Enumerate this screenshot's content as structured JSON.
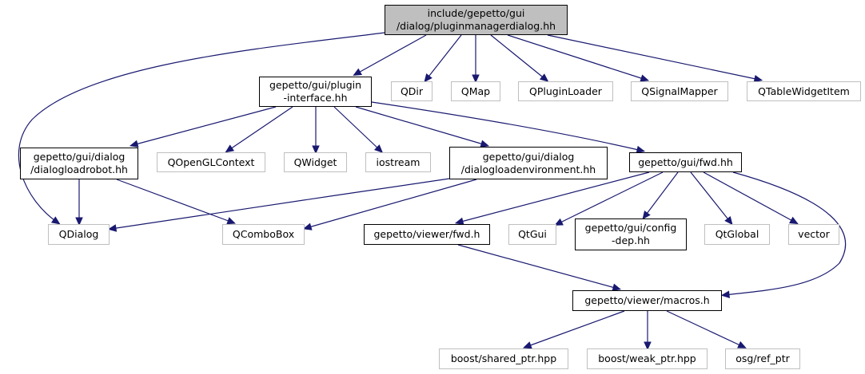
{
  "graph": {
    "nodes": {
      "root": "include/gepetto/gui\n/dialog/pluginmanagerdialog.hh",
      "plugin_interface": "gepetto/gui/plugin\n-interface.hh",
      "qdir": "QDir",
      "qmap": "QMap",
      "qpluginloader": "QPluginLoader",
      "qsignalmapper": "QSignalMapper",
      "qtablewidgetitem": "QTableWidgetItem",
      "dialogloadrobot": "gepetto/gui/dialog\n/dialogloadrobot.hh",
      "qopenglcontext": "QOpenGLContext",
      "qwidget": "QWidget",
      "iostream": "iostream",
      "dialogloadenvironment": "gepetto/gui/dialog\n/dialogloadenvironment.hh",
      "gui_fwd": "gepetto/gui/fwd.hh",
      "qdialog": "QDialog",
      "qcombobox": "QComboBox",
      "viewer_fwd": "gepetto/viewer/fwd.h",
      "qtgui": "QtGui",
      "config_dep": "gepetto/gui/config\n-dep.hh",
      "qtglobal": "QtGlobal",
      "vector": "vector",
      "macros": "gepetto/viewer/macros.h",
      "shared_ptr": "boost/shared_ptr.hpp",
      "weak_ptr": "boost/weak_ptr.hpp",
      "osg_ref_ptr": "osg/ref_ptr"
    },
    "edge_color": "#191970",
    "external_border_color": "#bfbfbf",
    "root_fill_color": "#bfbfbf"
  }
}
